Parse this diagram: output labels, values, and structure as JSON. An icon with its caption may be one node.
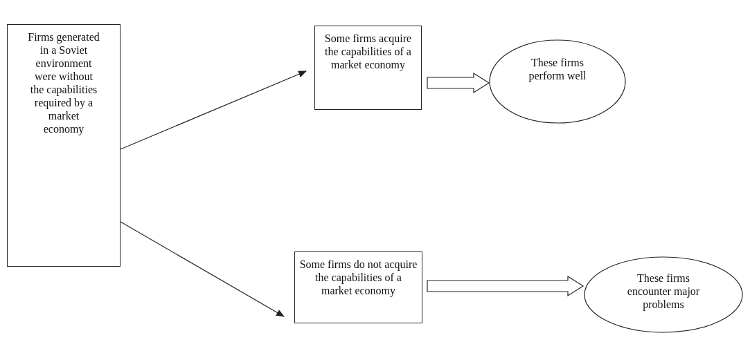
{
  "diagram": {
    "nodes": [
      {
        "text": [
          "Firms generated in a Soviet environment were without the capabilities required by a market economy"
        ]
      },
      {
        "text": [
          "Some firms acquire the capabilities of a market economy"
        ]
      },
      {
        "text": [
          "These firms perform well"
        ]
      },
      {
        "text": [
          "Some firms do not acquire the capabilities of a market economy"
        ]
      },
      {
        "text": [
          "These firms encounter major problems"
        ]
      }
    ],
    "edges": [
      {
        "from": 0,
        "to": 1,
        "arrow": "to"
      },
      {
        "from": 0,
        "to": 3,
        "arrow": "to"
      },
      {
        "from": 1,
        "to": 2,
        "arrow": "to",
        "style": "thick"
      },
      {
        "from": 3,
        "to": 4,
        "arrow": "to",
        "style": "thick"
      }
    ]
  }
}
